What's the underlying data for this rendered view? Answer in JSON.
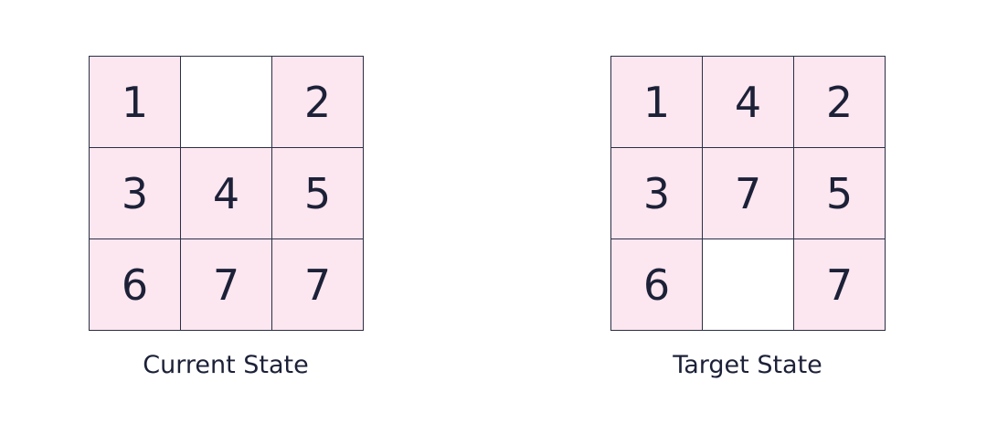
{
  "colors": {
    "tile_fill": "#fce6ef",
    "empty_fill": "#ffffff",
    "border": "#2a2f45",
    "text": "#1c2138"
  },
  "current_state": {
    "caption": "Current State",
    "tiles": [
      "1",
      "",
      "2",
      "3",
      "4",
      "5",
      "6",
      "7",
      "7"
    ]
  },
  "target_state": {
    "caption": "Target State",
    "tiles": [
      "1",
      "4",
      "2",
      "3",
      "7",
      "5",
      "6",
      "",
      "7"
    ]
  }
}
